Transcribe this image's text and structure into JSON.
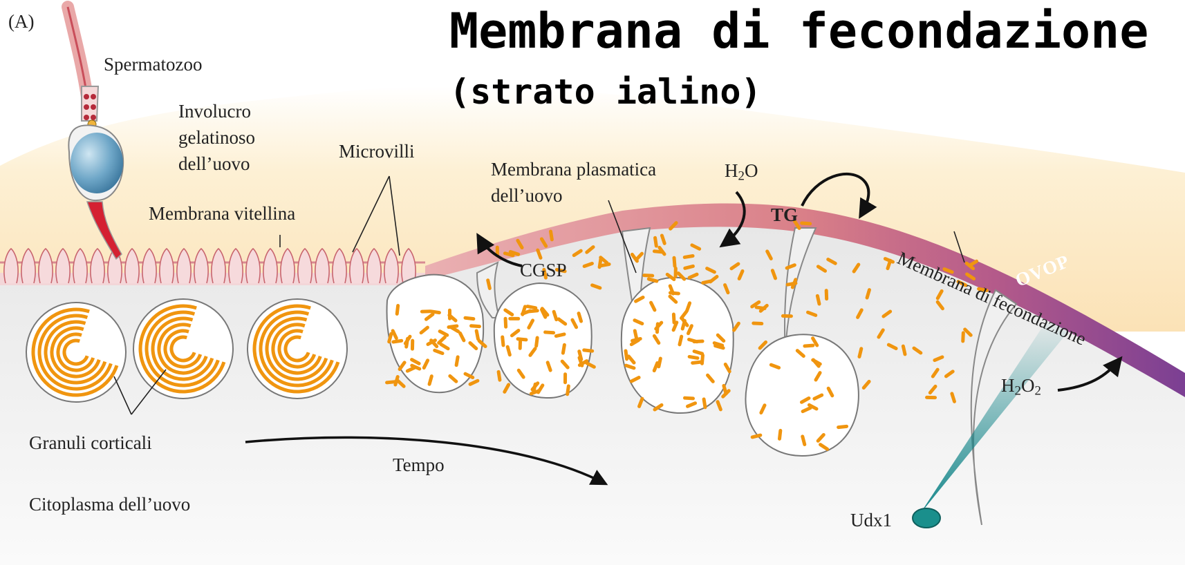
{
  "panel_label": "(A)",
  "title": "Membrana di fecondazione",
  "subtitle": "(strato ialino)",
  "labels": {
    "spermatozoo": "Spermatozoo",
    "involucro_1": "Involucro",
    "involucro_2": "gelatinoso",
    "involucro_3": "dell’uovo",
    "microvilli": "Microvilli",
    "membrana_vitellina": "Membrana vitellina",
    "membrana_plasmatica_1": "Membrana plasmatica",
    "membrana_plasmatica_2": "dell’uovo",
    "h2o_base": "H",
    "h2o_sub": "2",
    "h2o_tail": "O",
    "tg": "TG",
    "cgsp": "CGSP",
    "membrana_fecondazione": "Membrana di fecondazione",
    "ovop": "OVOP",
    "h2o2_base": "H",
    "h2o2_sub1": "2",
    "h2o2_mid": "O",
    "h2o2_sub2": "2",
    "granuli_corticali": "Granuli corticali",
    "tempo": "Tempo",
    "citoplasma": "Citoplasma dell’uovo",
    "udx1": "Udx1"
  },
  "colors": {
    "jelly": "#fbe6c0",
    "cytoplasm": "#ececec",
    "granule": "#f0950f",
    "membrane_start": "#e9a0a4",
    "membrane_end": "#7b3f93",
    "enzyme": "#1b8f8f"
  }
}
